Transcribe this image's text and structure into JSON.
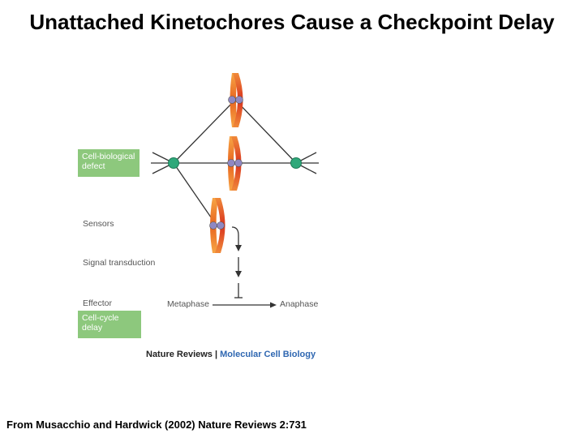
{
  "slide": {
    "title": "Unattached Kinetochores Cause a Checkpoint Delay",
    "footer": "From Musacchio and Hardwick (2002) Nature Reviews 2:731"
  },
  "diagram": {
    "defect_box": "Cell-biological defect",
    "sensors_label": "Sensors",
    "signal_label": "Signal transduction",
    "effector_label": "Effector",
    "delay_box": "Cell-cycle delay",
    "metaphase_label": "Metaphase",
    "anaphase_label": "Anaphase",
    "credit_brand": "Nature Reviews",
    "credit_separator": "|",
    "credit_journal": "Molecular Cell Biology"
  },
  "colors": {
    "green_box": "#8dc87d",
    "spindle_pole": "#2fa87a",
    "kinetochore": "#8f88c2",
    "chromatid_red": "#d9331e",
    "chromatid_orange": "#ef7f2c",
    "journal_blue": "#2f67b1"
  }
}
